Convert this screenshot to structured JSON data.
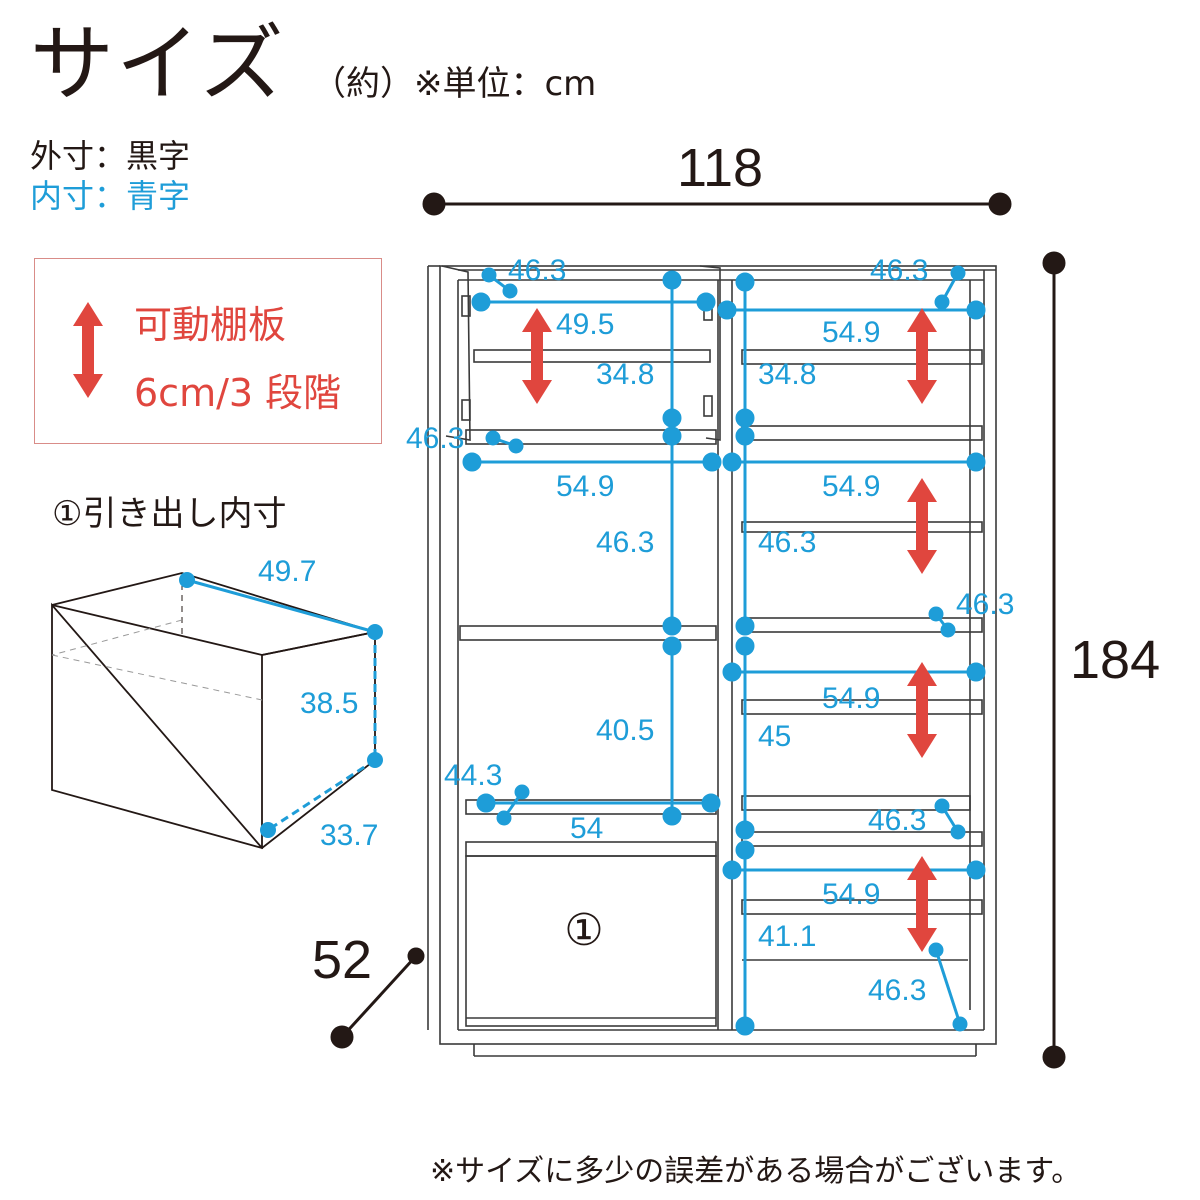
{
  "title": "サイズ",
  "unit_note": "（約）※単位：cm",
  "legend": {
    "outer": "外寸：黒字",
    "inner": "内寸：青字"
  },
  "shelf_note": {
    "label": "可動棚板",
    "step": "6cm/3 段階"
  },
  "drawer_section": {
    "title": "①引き出し内寸",
    "width": "49.7",
    "height": "38.5",
    "depth": "33.7"
  },
  "outer": {
    "width": "118",
    "height": "184",
    "depth": "52"
  },
  "inner_dims": {
    "l_top_depth": "46.3",
    "l_top_width": "49.5",
    "l_top_height": "34.8",
    "r_top_depth": "46.3",
    "r_top_width": "54.9",
    "r_top_height": "34.8",
    "l_mid_depth": "46.3",
    "l_mid_width": "54.9",
    "l_mid_height": "46.3",
    "r_mid_width": "54.9",
    "r_mid_height": "46.3",
    "r_mid_depth": "46.3",
    "l_low_height": "40.5",
    "l_low_depth": "44.3",
    "l_low_width": "54",
    "r_low_width": "54.9",
    "r_low_height": "45",
    "r_low_depth": "46.3",
    "r_bot_width": "54.9",
    "r_bot_height": "41.1",
    "r_bot_depth": "46.3"
  },
  "drawer_marker": "①",
  "footnote": "※サイズに多少の誤差がある場合がございます。",
  "colors": {
    "inner_blue": "#1e9dd8",
    "arrow_red": "#e0463e",
    "outer_black": "#231815",
    "box_border": "#d98c88"
  }
}
